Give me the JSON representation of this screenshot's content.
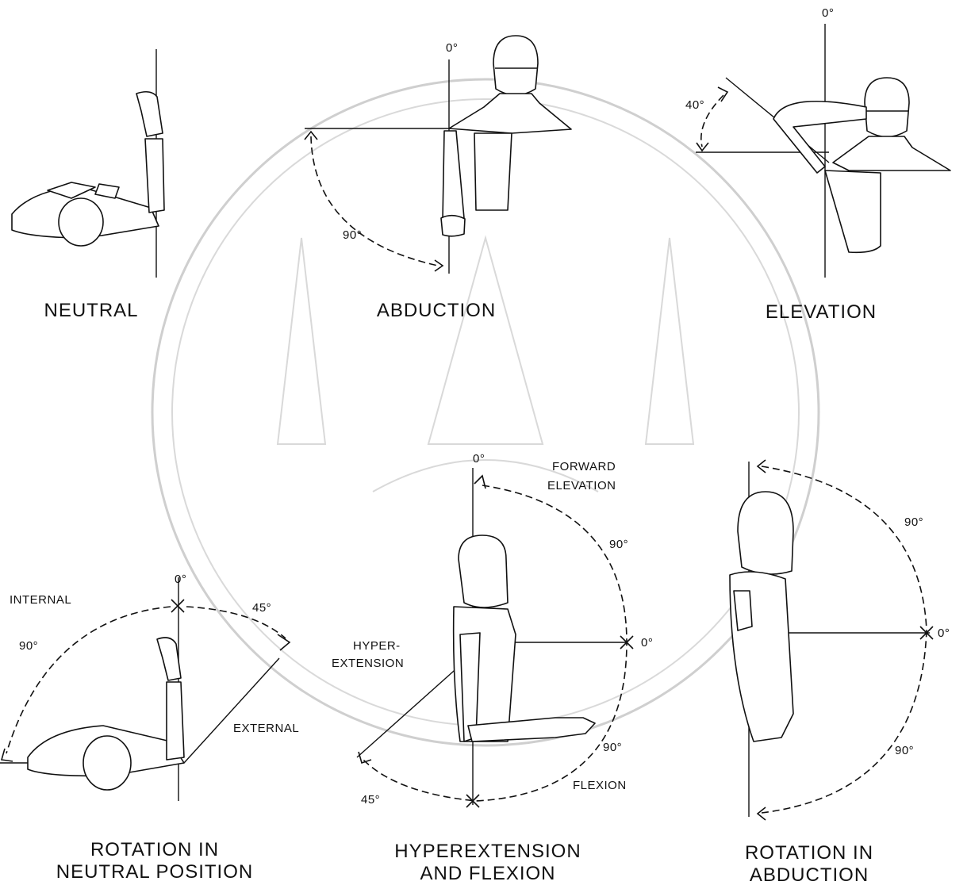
{
  "captions": {
    "neutral": "NEUTRAL",
    "abduction": "ABDUCTION",
    "elevation": "ELEVATION",
    "rot_neutral_1": "ROTATION IN",
    "rot_neutral_2": "NEUTRAL POSITION",
    "hyperext_1": "HYPEREXTENSION",
    "hyperext_2": "AND FLEXION",
    "rot_abd_1": "ROTATION IN",
    "rot_abd_2": "ABDUCTION"
  },
  "abduction": {
    "zero": "0°",
    "ninety": "90°"
  },
  "elevation": {
    "zero": "0°",
    "forty": "40°"
  },
  "rotation_neutral": {
    "zero": "0°",
    "internal": "INTERNAL",
    "ninety": "90°",
    "forty_five": "45°",
    "external": "EXTERNAL"
  },
  "hyperextension_flexion": {
    "zero_top": "0°",
    "forward_1": "FORWARD",
    "forward_2": "ELEVATION",
    "ninety_upper": "90°",
    "hyper_1": "HYPER-",
    "hyper_2": "EXTENSION",
    "zero_right": "0°",
    "ninety_lower": "90°",
    "forty_five": "45°",
    "flexion": "FLEXION"
  },
  "rotation_abduction": {
    "ninety_upper": "90°",
    "zero": "0°",
    "ninety_lower": "90°"
  }
}
